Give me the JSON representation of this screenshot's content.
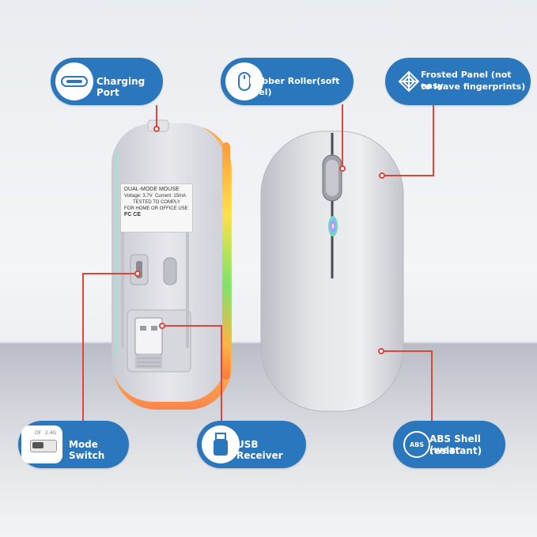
{
  "callouts": {
    "charging_port": "Charging Port",
    "rubber_roller": "Rubber Roller(soft feel)",
    "frosted_panel_line1": "Frosted Panel (not easy",
    "frosted_panel_line2": "to leave fingerprints)",
    "mode_switch": "Mode Switch",
    "usb_receiver": "USB Receiver",
    "abs_shell_line1": "ABS Shell (wear",
    "abs_shell_line2": "resistant)"
  },
  "sticker": {
    "title": "DUAL-MODE MOUSE",
    "voltage": "Voltage: 3.7V",
    "current": "Current: 15mA",
    "tested": "TESTED TO COMPLY",
    "usage": "FOR HOME OR OFFICE USE",
    "marks": "FC  CE"
  },
  "mode_switch_icon": {
    "off_label": "OF",
    "mode_label": "2.4G"
  },
  "abs_icon_text": "ABS",
  "colors": {
    "callout_blue": "#2b77bd",
    "leader_red": "#e0453a",
    "mouse_shell": "#d8d9de"
  },
  "icons": {
    "charging_port": "usb-c-icon",
    "rubber_roller": "mouse-icon",
    "frosted_panel": "texture-pattern-icon",
    "mode_switch": "switch-icon",
    "usb_receiver": "usb-drive-icon",
    "abs_shell": "abs-badge-icon"
  }
}
